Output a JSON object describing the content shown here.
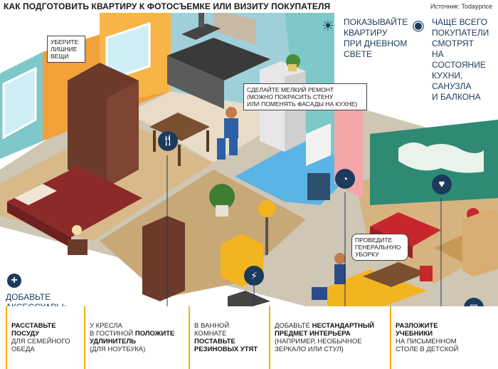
{
  "header": {
    "title": "КАК ПОДГОТОВИТЬ КВАРТИРУ К ФОТОСЪЕМКЕ ИЛИ ВИЗИТУ ПОКУПАТЕЛЯ",
    "source": "Источник: Todayprice"
  },
  "top_tips": [
    {
      "icon": "sun-icon",
      "lines": [
        "ПОКАЗЫВАЙТЕ",
        "КВАРТИРУ",
        "ПРИ ДНЕВНОМ",
        "СВЕТЕ"
      ]
    },
    {
      "icon": "eye-icon",
      "lines": [
        "ЧАЩЕ ВСЕГО",
        "ПОКУПАТЕЛИ",
        "СМОТРЯТ",
        "НА СОСТОЯНИЕ",
        "КУХНИ, САНУЗЛА",
        "И БАЛКОНА"
      ]
    }
  ],
  "callouts": {
    "remove_items": [
      "УБЕРИТЕ",
      "ЛИШНИЕ",
      "ВЕЩИ"
    ],
    "small_repair": [
      "СДЕЛАЙТЕ МЕЛКИЙ РЕМОНТ",
      "(МОЖНО ПОКРАСИТЬ СТЕНУ",
      "ИЛИ ПОМЕНЯТЬ ФАСАДЫ НА КУХНЕ)"
    ],
    "cleaning": [
      "ПРОВЕДИТЕ",
      "ГЕНЕРАЛЬНУЮ",
      "УБОРКУ"
    ]
  },
  "accessories": {
    "icon": "plus-icon",
    "lines": [
      "ДОБАВЬТЕ",
      "АКСЕССУАРЫ:"
    ]
  },
  "bottom_tips": [
    {
      "icon": "plate-fork-icon",
      "bold": [
        "РАССТАВЬТЕ",
        "ПОСУДУ"
      ],
      "normal": [
        "ДЛЯ СЕМЕЙНОГО",
        "ОБЕДА"
      ]
    },
    {
      "icon": "plug-icon",
      "normal_pre": [
        "У КРЕСЛА",
        "В ГОСТИНОЙ"
      ],
      "bold": [
        "ПОЛОЖИТЕ",
        "УДЛИНИТЕЛЬ"
      ],
      "normal": [
        "(ДЛЯ НОУТБУКА)"
      ]
    },
    {
      "icon": "duck-icon",
      "normal_pre": [
        "В ВАННОЙ",
        "КОМНАТЕ"
      ],
      "bold": [
        "ПОСТАВЬТЕ",
        "РЕЗИНОВЫХ УТЯТ"
      ],
      "normal": []
    },
    {
      "icon": "vase-icon",
      "normal_pre": [
        "ДОБАВЬТЕ"
      ],
      "bold": [
        "НЕСТАНДАРТНЫЙ",
        "ПРЕДМЕТ ИНТЕРЬЕРА"
      ],
      "normal": [
        "(НАПРИМЕР, НЕОБЫЧНОЕ",
        "ЗЕРКАЛО ИЛИ СТУЛ)"
      ]
    },
    {
      "icon": "book-icon",
      "bold": [
        "РАЗЛОЖИТЕ",
        "УЧЕБНИКИ"
      ],
      "normal": [
        "НА ПИСЬМЕННОМ",
        "СТОЛЕ В ДЕТСКОЙ"
      ]
    }
  ],
  "colors": {
    "accent_yellow": "#f0b400",
    "text_navy": "#1b3a5c",
    "wall_orange": "#f2a03a",
    "floor_tan": "#d8b98a",
    "wall_blue_green": "#7fc8c9",
    "bath_tile": "#5ab4e5",
    "pink_wall": "#f3a7a9"
  }
}
